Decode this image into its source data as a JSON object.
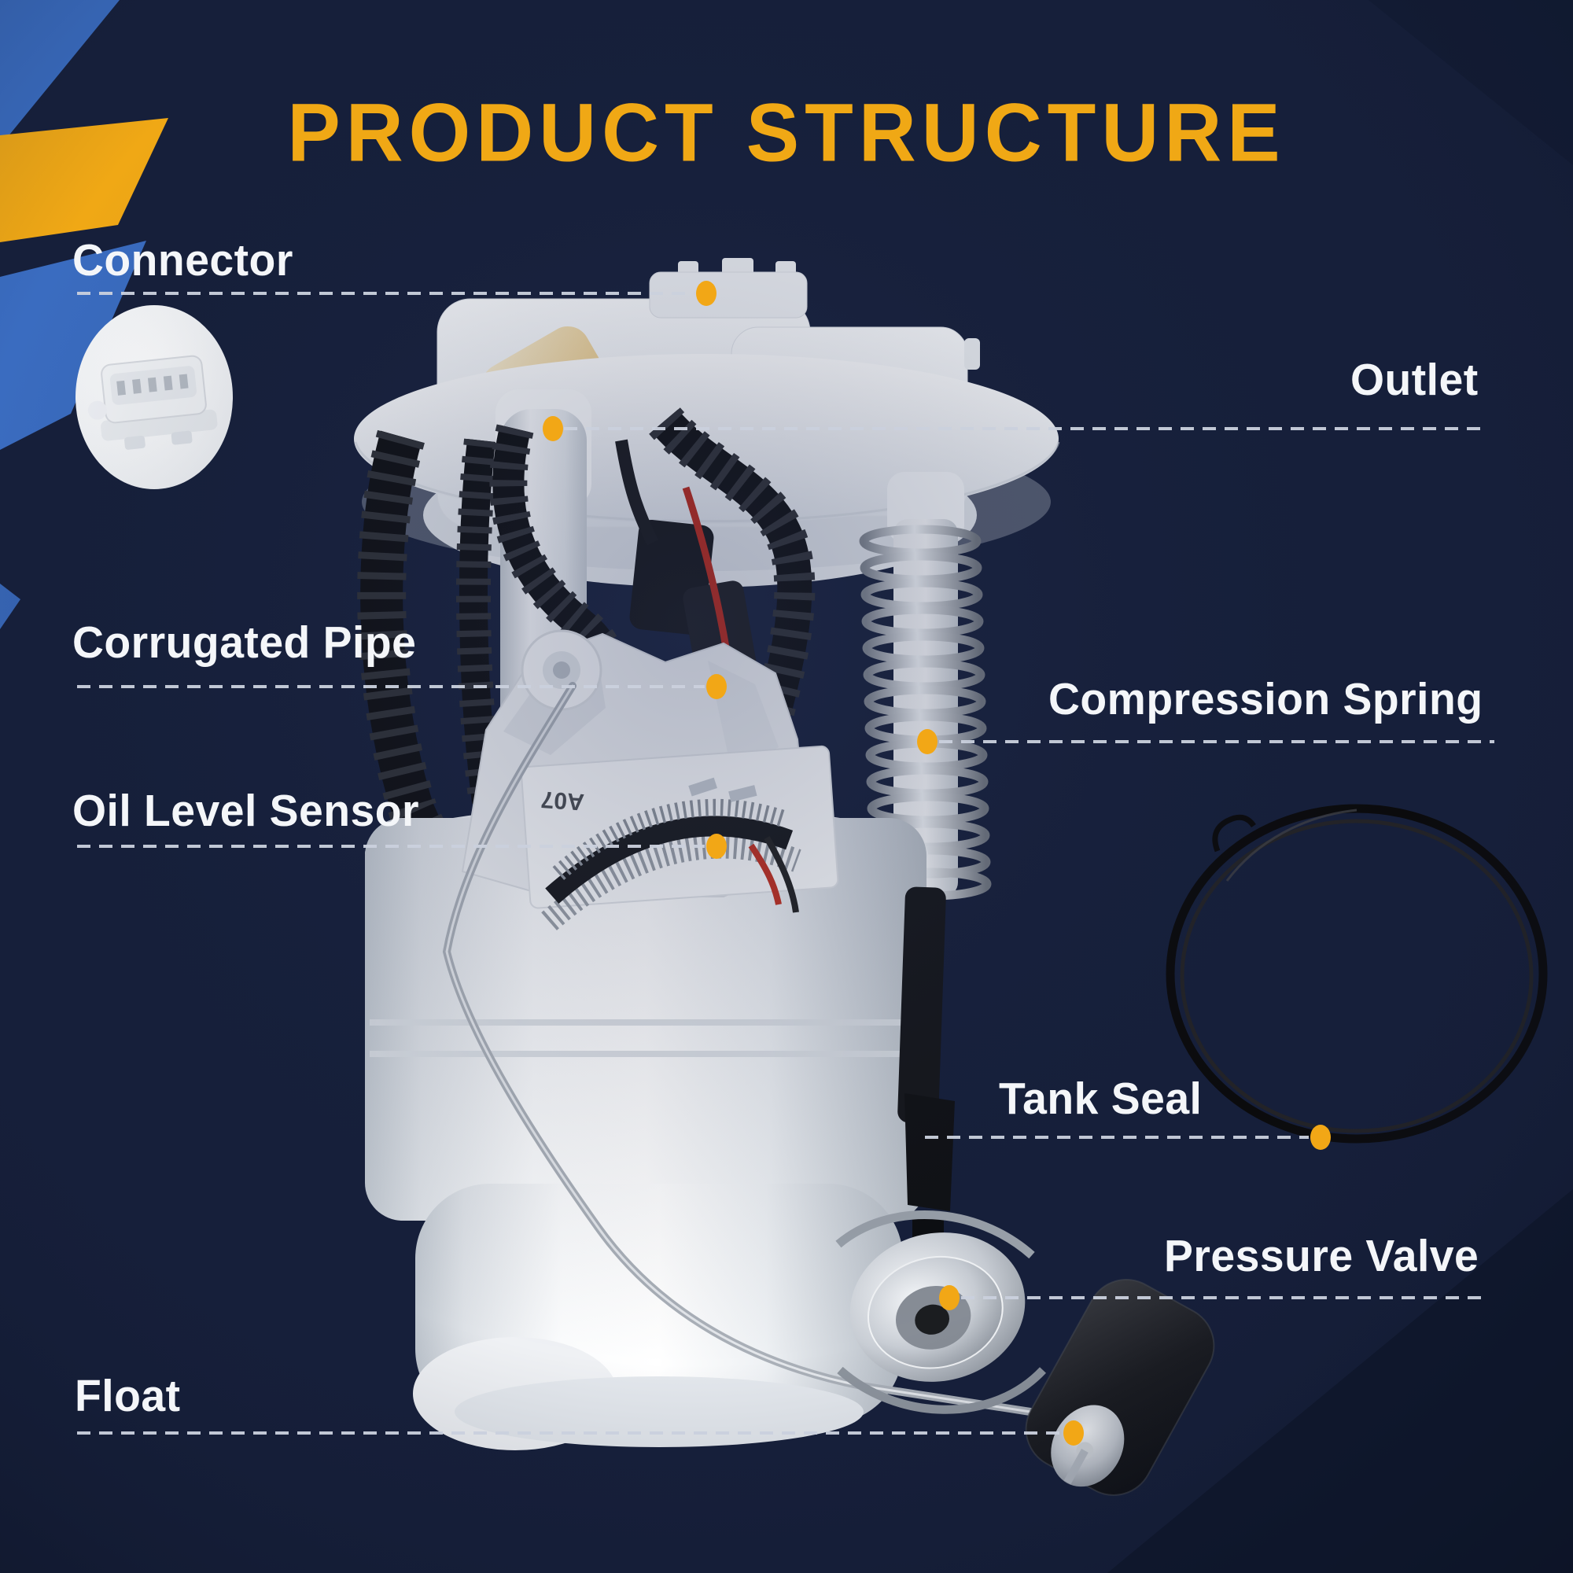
{
  "title": "PRODUCT STRUCTURE",
  "colors": {
    "background": "#161F3A",
    "title_gold": "#F0A815",
    "label_white": "#F4F6F9",
    "stripe_blue": "#3A6CC0",
    "stripe_yellow": "#F0A815",
    "dot_orange": "#F2A716",
    "dash_gray": "#CBD1DE"
  },
  "callouts": {
    "connector": {
      "label": "Connector"
    },
    "outlet": {
      "label": "Outlet"
    },
    "corrugated_pipe": {
      "label": "Corrugated Pipe"
    },
    "compression_spring": {
      "label": "Compression Spring"
    },
    "oil_level_sensor": {
      "label": "Oil Level Sensor"
    },
    "tank_seal": {
      "label": "Tank Seal"
    },
    "pressure_valve": {
      "label": "Pressure Valve"
    },
    "float": {
      "label": "Float"
    }
  },
  "product": {
    "gauge_marking": "A07"
  }
}
